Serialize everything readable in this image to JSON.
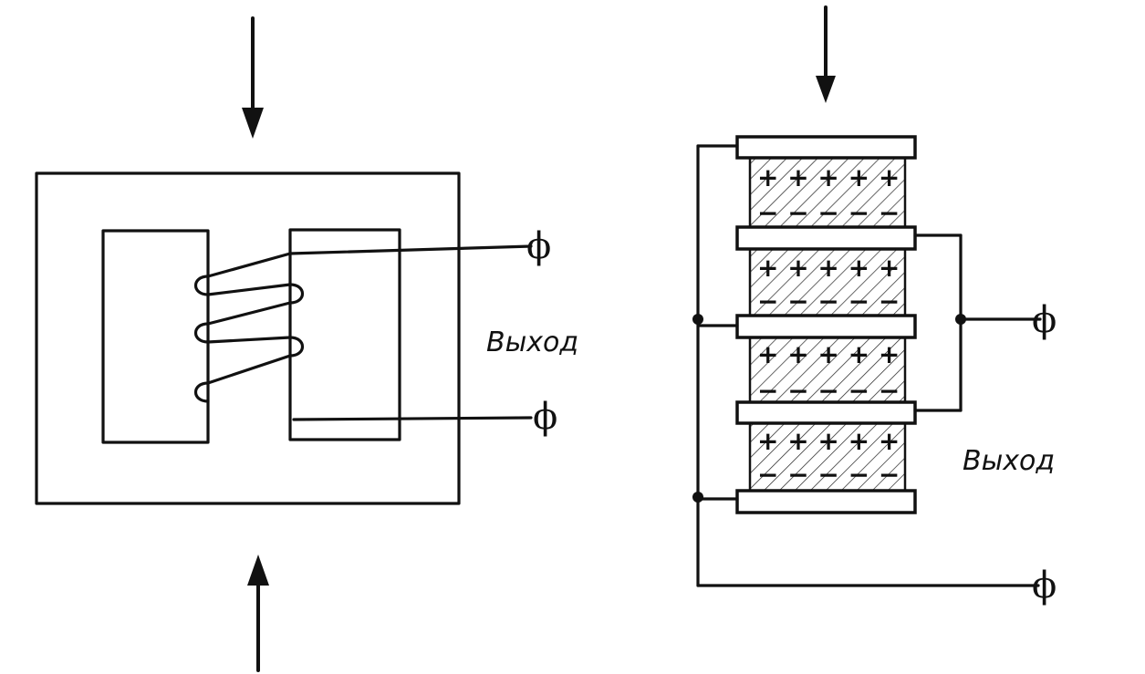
{
  "figure_left": {
    "output_label": "Выход",
    "terminal_top": "ϕ",
    "terminal_bottom": "ϕ"
  },
  "figure_right": {
    "output_label": "Выход",
    "terminal_middle": "ϕ",
    "terminal_bottom": "ϕ",
    "layers": [
      {
        "top_charges": "+ + + + +",
        "bottom_charges": "− − − − −"
      },
      {
        "top_charges": "+ + + + +",
        "bottom_charges": "− − − − −"
      },
      {
        "top_charges": "+ + + + +",
        "bottom_charges": "− − − − −"
      },
      {
        "top_charges": "+ + + + +",
        "bottom_charges": "− − − − −"
      }
    ]
  }
}
